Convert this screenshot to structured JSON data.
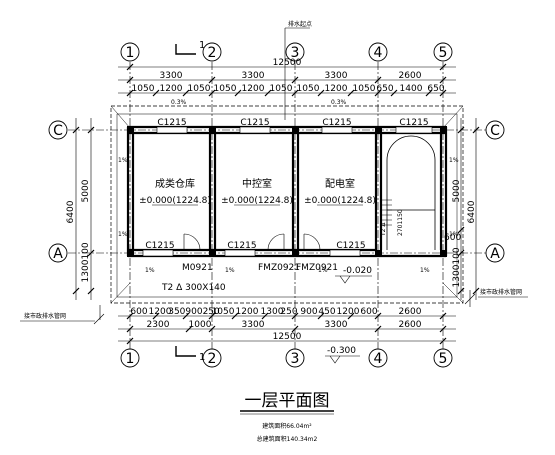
{
  "axes": {
    "top_bubbles": [
      "1",
      "2",
      "3",
      "4",
      "5"
    ],
    "bottom_bubbles": [
      "1",
      "2",
      "3",
      "4",
      "5"
    ],
    "left_bubbles": [
      "C",
      "A"
    ],
    "right_bubbles": [
      "C",
      "A"
    ]
  },
  "section_mark": "1",
  "drain_start": "排水起点",
  "top_dims": {
    "total": "12500",
    "spans": [
      "3300",
      "3300",
      "3300",
      "2600"
    ],
    "details": [
      "1050",
      "1200",
      "1050",
      "1050",
      "1200",
      "1050",
      "1050",
      "1200",
      "1050",
      "650",
      "1400",
      "650"
    ]
  },
  "bottom_dims": {
    "total": "12500",
    "spans": [
      "2300",
      "1000",
      "3300",
      "3300",
      "2600"
    ],
    "details": [
      "600",
      "1200",
      "350900250",
      "1050",
      "1200",
      "1300",
      "250",
      "900",
      "450",
      "1200",
      "600",
      "2600"
    ]
  },
  "left_dims": {
    "total": "6400",
    "main": "5000",
    "small": "1300",
    "small2": "100"
  },
  "right_dims": {
    "total": "6400",
    "main": "5000",
    "small": "600",
    "small2": "1300",
    "small3": "100"
  },
  "windows": [
    "C1215",
    "C1215",
    "C1215",
    "C1215",
    "C1215",
    "C1215",
    "C1215"
  ],
  "doors": [
    "M0921",
    "FMZ0921",
    "FMZ0921"
  ],
  "trench": "T2 Δ 300X140",
  "slope_labels": [
    "1%",
    "1%",
    "1%",
    "1%",
    "1%",
    "1%",
    "1%",
    "1%",
    "0.3%",
    "0.3%"
  ],
  "rooms": [
    {
      "name": "成类仓库",
      "elevation": "±0.000(1224.8)"
    },
    {
      "name": "中控室",
      "elevation": "±0.000(1224.8)"
    },
    {
      "name": "配电室",
      "elevation": "±0.000(1224.8)"
    }
  ],
  "stair_labels": [
    "T2 Δ",
    "2701150"
  ],
  "outdoor_elevation": "-0.020",
  "ground_elevation": "-0.300",
  "drain_pipe_label": "接市政排水管网",
  "title": "一层平面图",
  "building_area": "建筑面积66.04m²",
  "total_area": "总建筑面积140.34m2"
}
